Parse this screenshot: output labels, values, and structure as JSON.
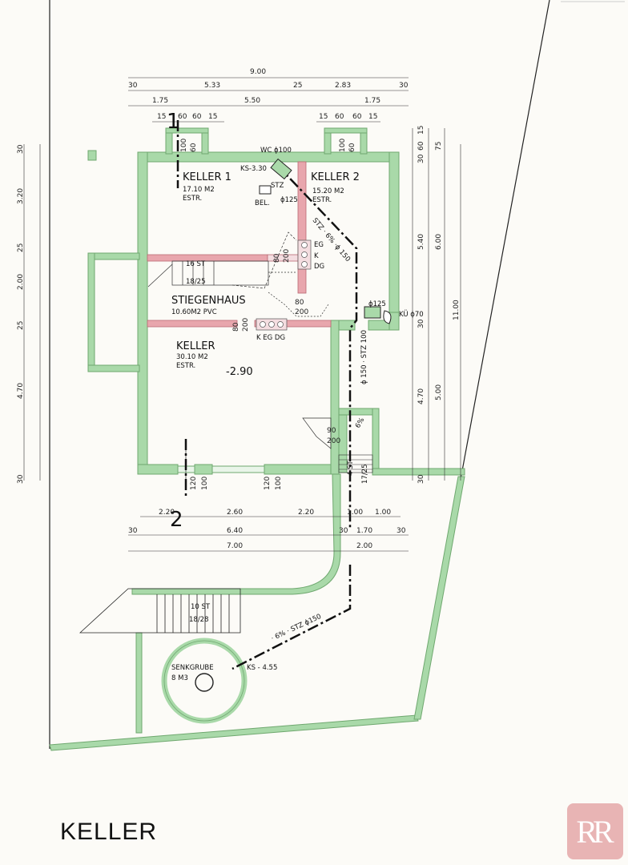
{
  "plan_title": "KELLER",
  "logo_text": "RR",
  "colors": {
    "wall": "#a9d9a9",
    "wall_edge": "#6fa86f",
    "partition": "#e8a6ad",
    "line": "#222222"
  },
  "rooms": {
    "keller1": {
      "name": "KELLER 1",
      "area": "17.10 M2",
      "finish": "ESTR."
    },
    "keller2": {
      "name": "KELLER 2",
      "area": "15.20 M2",
      "finish": "ESTR."
    },
    "stiegenhaus": {
      "name": "STIEGENHAUS",
      "area": "10.60M2 PVC"
    },
    "keller": {
      "name": "KELLER",
      "area": "30.10 M2",
      "finish": "ESTR."
    }
  },
  "level": "-2.90",
  "annotations": {
    "wc": "WC ϕ100",
    "ks1": "KS-3.30",
    "stz": "STZ",
    "bel": "BEL.",
    "d125a": "ϕ125",
    "pipe_top": "STZ · 6% ·ϕ 150",
    "eg": "EG",
    "k": "K",
    "dg": "DG",
    "k_eg_dg": "K EG DG",
    "ku": "KÜ ϕ70",
    "d125b": "ϕ125",
    "pipe_mid": "ϕ 150 · STZ 100",
    "pct6": "6%",
    "stairs1": "16 ST",
    "stairs1b": "18/25",
    "stairs2": "10 ST",
    "stairs2b": "18/28",
    "stairs3": "4 ST",
    "stairs3b": "17/25",
    "senkgrube": "SENKGRUBE",
    "senkgrube_vol": "8 M3",
    "ks2": "KS - 4.55",
    "pipe_low": "· 6% · STZ ϕ150",
    "sec1": "1",
    "sec2": "2"
  },
  "dims_top": {
    "row1": "9.00",
    "row2": [
      "30",
      "5.33",
      "25",
      "2.83",
      "30"
    ],
    "row3": [
      "1.75",
      "5.50",
      "1.75"
    ],
    "row4a": [
      "15",
      "60",
      "60",
      "15"
    ],
    "row4b": [
      "15",
      "60",
      "60",
      "15"
    ],
    "win1": [
      "100",
      "60"
    ],
    "win2": [
      "100",
      "60"
    ]
  },
  "dims_left": [
    "30",
    "3.20",
    "25",
    "2.00",
    "25",
    "4.70",
    "30"
  ],
  "dims_right": {
    "col1": [
      "15",
      "60",
      "30",
      "5.40",
      "30",
      "4.70",
      "30"
    ],
    "col2": [
      "75",
      "6.00",
      "5.00"
    ],
    "col3": "11.00"
  },
  "dims_inner": [
    "80",
    "200",
    "80",
    "200",
    "80",
    "200",
    "90",
    "200",
    "120",
    "100",
    "120",
    "100"
  ],
  "dims_bottom": {
    "row1": [
      "2.20",
      "2.60",
      "2.20",
      "1.00",
      "1.00"
    ],
    "row2": [
      "30",
      "6.40",
      "30",
      "1.70",
      "30"
    ],
    "row3": [
      "7.00",
      "2.00"
    ]
  }
}
